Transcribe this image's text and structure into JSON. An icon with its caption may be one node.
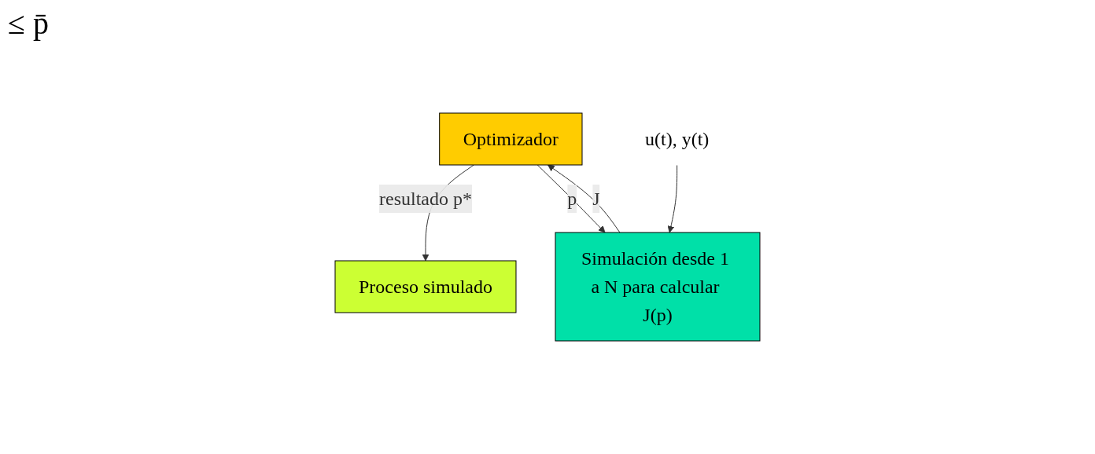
{
  "diagram": {
    "nodes": [
      {
        "text": [
          "Optimizador"
        ]
      },
      {
        "text": [
          "Proceso simulado"
        ]
      },
      {
        "text": [
          "Simulación desde 1 a N para calcular J(p)"
        ]
      },
      {
        "text": [
          "u(t), y(t)"
        ]
      }
    ],
    "edges": [
      {
        "from": 0,
        "to": 1,
        "arrow": "to",
        "label": "resultado p*"
      },
      {
        "from": 0,
        "to": 2,
        "arrow": "to",
        "label": "p"
      },
      {
        "from": 2,
        "to": 0,
        "arrow": "to",
        "label": "J"
      },
      {
        "from": 3,
        "to": 2,
        "arrow": "to"
      }
    ],
    "labels": [
      "≤ p̄"
    ]
  }
}
